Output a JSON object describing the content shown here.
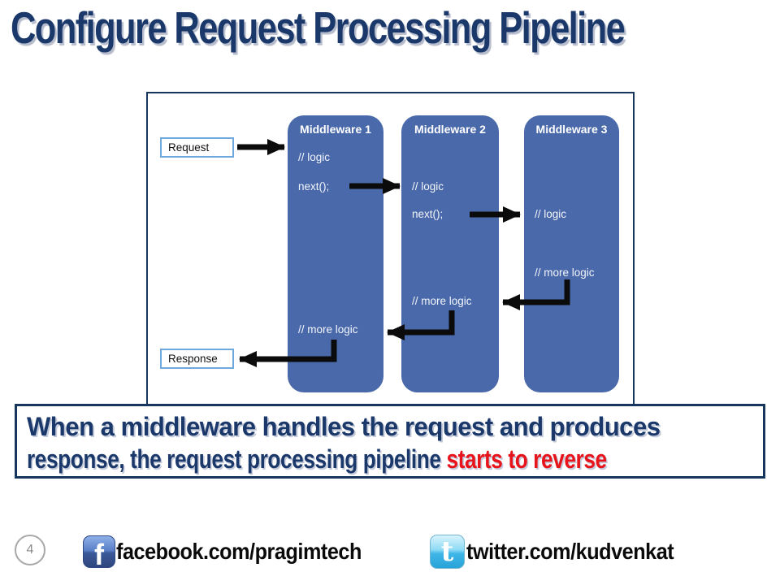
{
  "title": "Configure Request Processing Pipeline",
  "diagram": {
    "request_label": "Request",
    "response_label": "Response",
    "columns": [
      {
        "name": "Middleware 1",
        "lines": [
          "// logic",
          "next();",
          "// more logic"
        ]
      },
      {
        "name": "Middleware 2",
        "lines": [
          "// logic",
          "next();",
          "// more logic"
        ]
      },
      {
        "name": "Middleware 3",
        "lines": [
          "// logic",
          "// more logic"
        ]
      }
    ]
  },
  "caption": {
    "line1": "When a middleware handles the request and produces",
    "line2_normal": "response, the request processing pipeline ",
    "line2_highlight": "starts to reverse"
  },
  "footer": {
    "page_number": "4",
    "facebook_handle": "facebook.com/pragimtech",
    "twitter_handle": "twitter.com/kudvenkat"
  },
  "icons": {
    "facebook_glyph": "f",
    "twitter_glyph": "t"
  },
  "colors": {
    "title_navy": "#1b386b",
    "column_blue": "#4a69aa",
    "highlight_red": "#e8141c",
    "io_box_border_blue": "#6fa8dc",
    "diagram_border_navy": "#16365d",
    "arrow_black": "#0b0b0b",
    "facebook_blue": "#3b5998",
    "twitter_blue": "#3fb6e8"
  }
}
